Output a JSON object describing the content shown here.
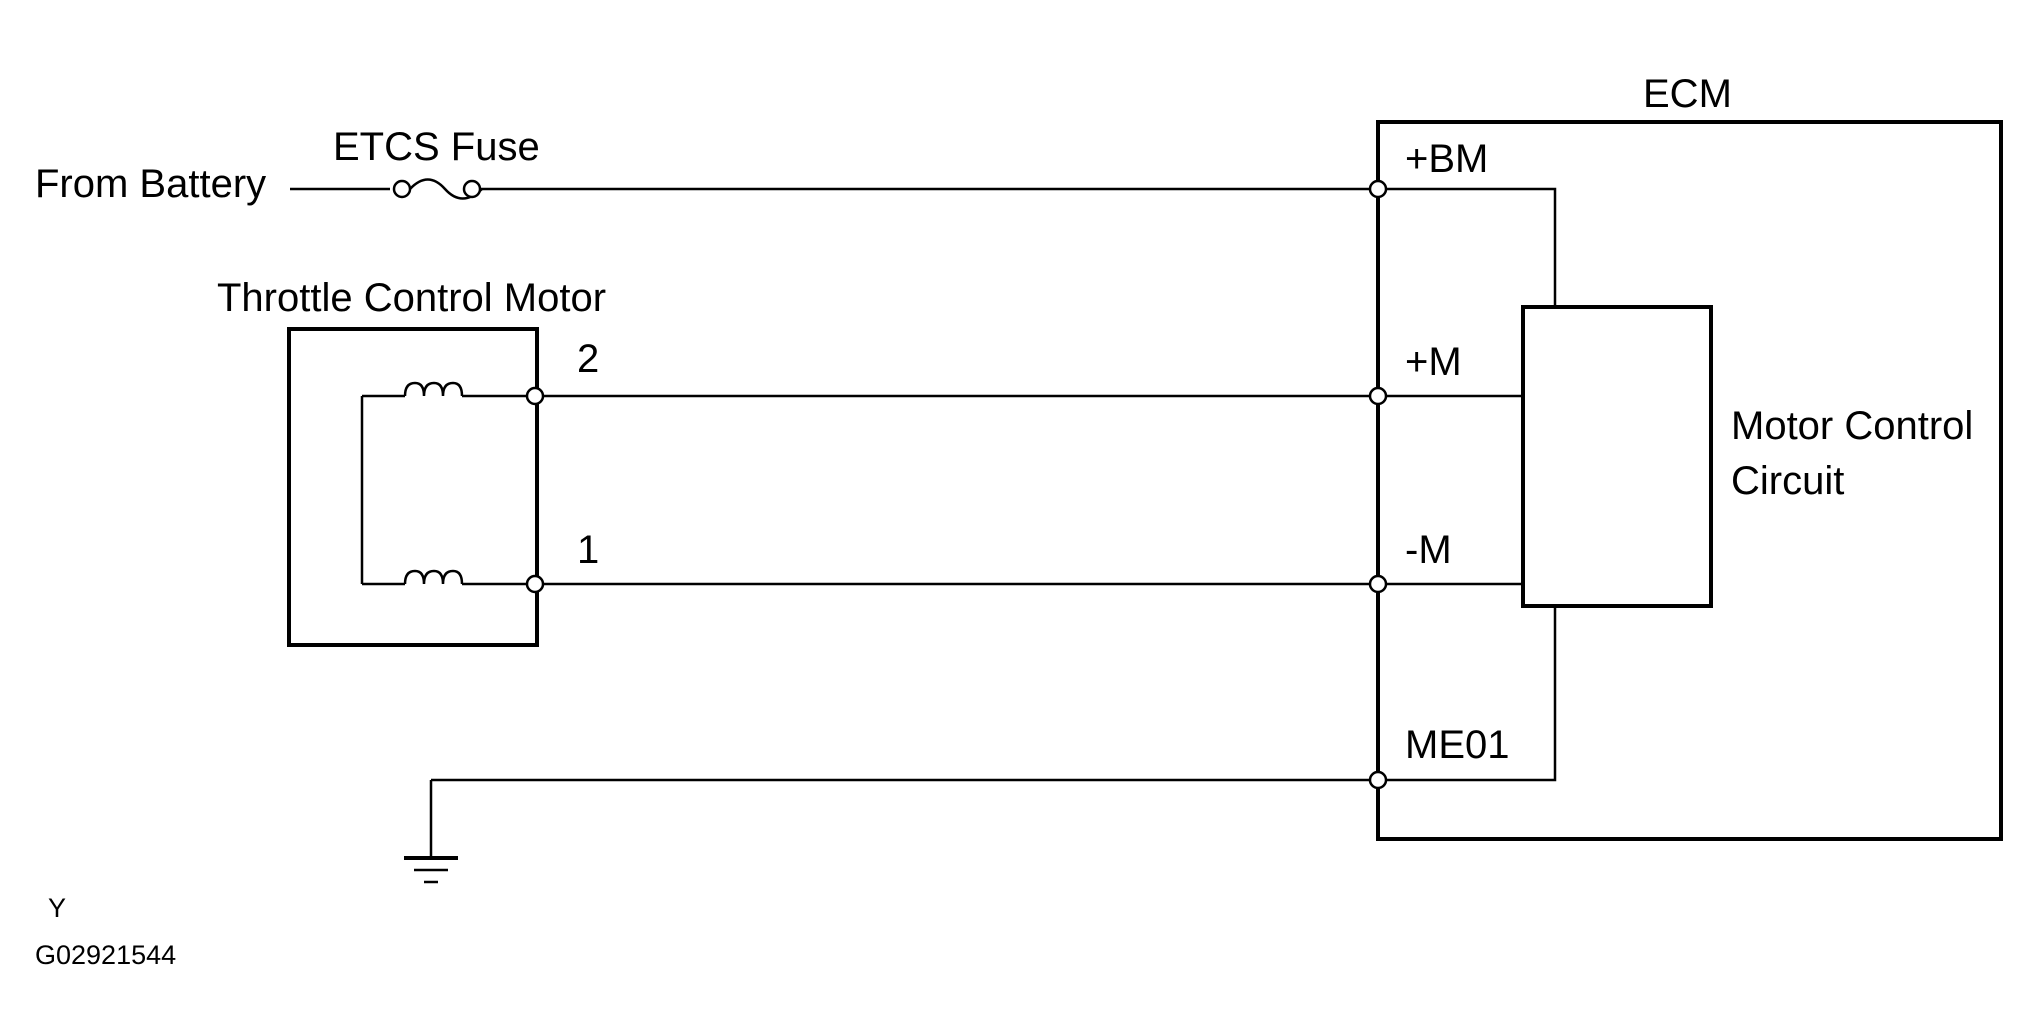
{
  "labels": {
    "from_battery": "From Battery",
    "fuse": "ETCS Fuse",
    "motor": "Throttle Control Motor",
    "ecm": "ECM",
    "motor_control_line1": "Motor Control",
    "motor_control_line2": "Circuit",
    "pin_bm": "+BM",
    "pin_m_plus": "+M",
    "pin_m_minus": "-M",
    "pin_me01": "ME01",
    "motor_pin_2": "2",
    "motor_pin_1": "1",
    "corner_letter": "Y",
    "figure_id": "G02921544"
  }
}
